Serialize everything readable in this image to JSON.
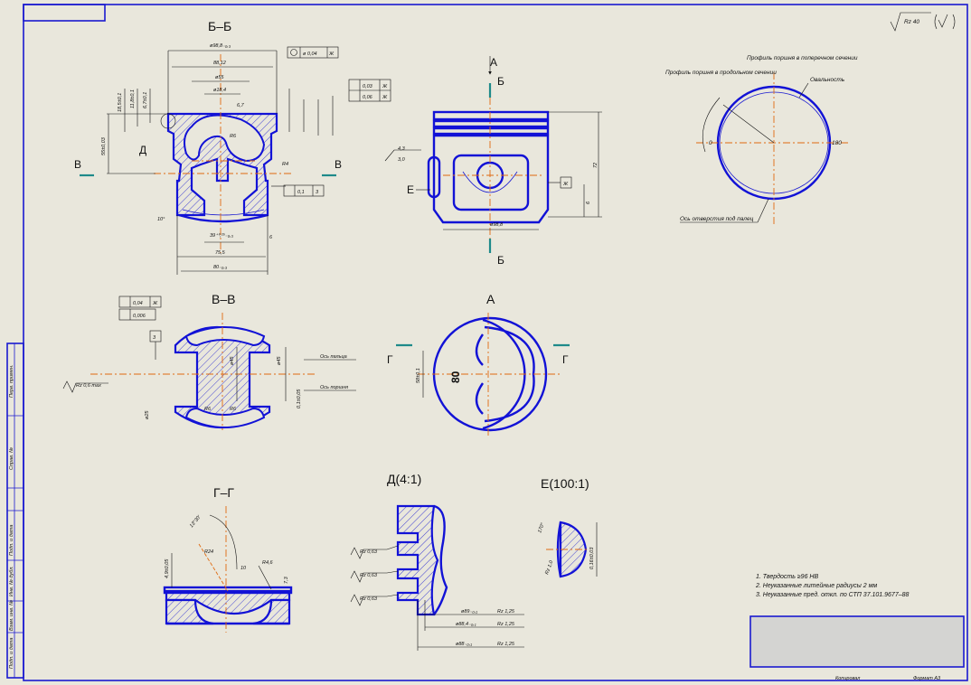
{
  "roughness": "Rz 40",
  "views": {
    "bb": {
      "title": "Б–Б"
    },
    "a_label": "А",
    "b_top": "Б",
    "b_bottom": "Б",
    "v_left": "В",
    "v_right": "В",
    "vv": {
      "title": "В–В"
    },
    "a_view": {
      "title": "А"
    },
    "g_left": "Г",
    "g_right": "Г",
    "gg": {
      "title": "Г–Г"
    },
    "d_detail": {
      "title": "Д(4:1)"
    },
    "e_detail": {
      "title": "Е(100:1)"
    },
    "d_label": "Д",
    "e_label": "Е"
  },
  "dims_bb": [
    "ø98,8₋₀,₃",
    "88,12",
    "ø55",
    "ø18,4",
    "6,7",
    "R6",
    "R4",
    "10°",
    "39⁺⁰,²⁵₋₀,₃",
    "75,5",
    "80₋₀,₃",
    "6",
    "55±0,03",
    "18,5±0,1",
    "11,8±0,1",
    "6,7±0,1"
  ],
  "tol_bb": [
    "ø 0,04",
    "Ж",
    "0,03",
    "Ж",
    "0,06",
    "Ж",
    "0,1",
    "3"
  ],
  "dims_side": [
    "4,3",
    "3,0",
    "ø98,8",
    "72",
    "6",
    "Ж"
  ],
  "dims_vv": [
    "0,04",
    "Ж",
    "0,006",
    "3",
    "Rz 0,6 max",
    "ø25",
    "ø45",
    "ø45",
    "R6",
    "R6",
    "0,1±0,05",
    "Ось пальца",
    "Ось поршня"
  ],
  "dims_a": [
    "58±0,1",
    "80"
  ],
  "dims_gg": [
    "13°30'",
    "R24",
    "10",
    "R4,6",
    "7,3",
    "4,9±0,05"
  ],
  "dims_d": [
    "Rz 0,63",
    "Rz 0,63",
    "Rz 0,63",
    "ø89₋₀,₁",
    "ø88,4₋₀,₁",
    "ø88₋₀,₁",
    "Rz 1,25",
    "Rz 1,25",
    "Rz 1,25"
  ],
  "dims_e": [
    "170°",
    "Rz 1,0",
    "0,16±0,03"
  ],
  "profile": {
    "transverse": "Профиль поршня в поперечном сечении",
    "longitudinal": "Профиль поршня в продольном сечении",
    "ovality": "Овальность",
    "pin_axis": "Ось отверстия под палец",
    "zero": "0",
    "deg180": "180"
  },
  "notes": [
    "1. Твердость ≥96 НВ",
    "2. Неуказанные литейные радиусы 2 мм",
    "3. Неуказанные пред. откл. по СТП 37.101.9677–88"
  ],
  "side_stamps": [
    "Перв. примен.",
    "Справ. №",
    "Подп. и дата",
    "Инв. № дубл.",
    "Взам. инв. №",
    "Подп. и дата",
    "Инв. № подл."
  ],
  "footer": [
    "Копировал",
    "Формат А3"
  ]
}
